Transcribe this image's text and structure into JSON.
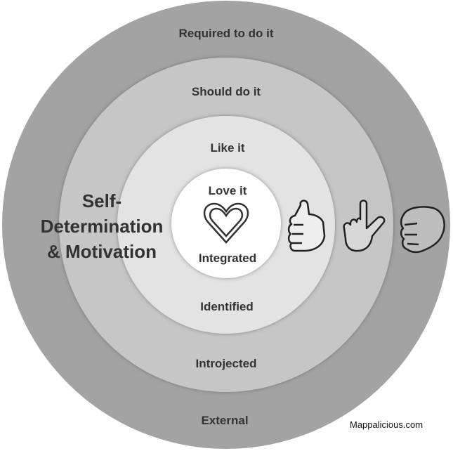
{
  "title_lines": [
    "Self-",
    "Determination",
    "& Motivation"
  ],
  "rings": [
    {
      "top": "Required to do it",
      "bottom": "External",
      "color": "#a3a3a3"
    },
    {
      "top": "Should do it",
      "bottom": "Introjected",
      "color": "#c6c6c6"
    },
    {
      "top": "Like it",
      "bottom": "Identified",
      "color": "#e3e3e3"
    },
    {
      "top": "Love it",
      "bottom": "Integrated",
      "color": "#ffffff"
    }
  ],
  "icons": [
    "heart-icon",
    "thumbs-up-icon",
    "pointing-hand-icon",
    "fist-icon"
  ],
  "credit": "Mappalicious.com"
}
